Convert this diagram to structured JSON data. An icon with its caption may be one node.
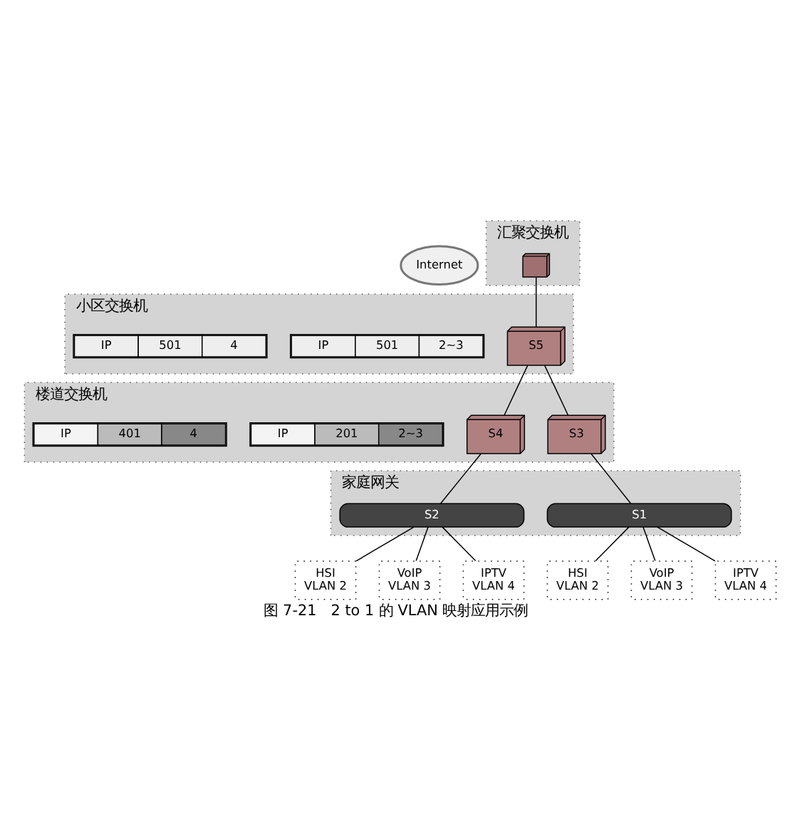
{
  "diagram": {
    "caption": "图 7-21　2 to 1 的 VLAN 映射应用示例",
    "nodes": [
      {
        "text": [
          "Internet"
        ]
      },
      {
        "text": [
          "汇聚交换机"
        ]
      },
      {
        "text": [],
        "shape": "box",
        "in": 1
      },
      {
        "text": [
          "小区交换机"
        ]
      },
      {
        "text": [
          "S5"
        ],
        "in": 3
      },
      {
        "text": [
          "IP",
          "501",
          "2~3"
        ],
        "in": 3
      },
      {
        "text": [
          "IP",
          "501",
          "4"
        ],
        "in": 3
      },
      {
        "text": [
          "楼道交换机"
        ]
      },
      {
        "text": [
          "S3"
        ],
        "in": 7
      },
      {
        "text": [
          "S4"
        ],
        "in": 7
      },
      {
        "text": [
          "IP",
          "201",
          "2~3"
        ],
        "in": 7
      },
      {
        "text": [
          "IP",
          "401",
          "4"
        ],
        "in": 7
      },
      {
        "text": [
          "家庭网关"
        ]
      },
      {
        "text": [
          "S1"
        ],
        "in": 12
      },
      {
        "text": [
          "S2"
        ],
        "in": 12
      },
      {
        "text": [
          "HSI",
          "VLAN 2"
        ]
      },
      {
        "text": [
          "VoIP",
          "VLAN 3"
        ]
      },
      {
        "text": [
          "IPTV",
          "VLAN 4"
        ]
      },
      {
        "text": [
          "HSI",
          "VLAN 2"
        ]
      },
      {
        "text": [
          "VoIP",
          "VLAN 3"
        ]
      },
      {
        "text": [
          "IPTV",
          "VLAN 4"
        ]
      }
    ],
    "edges": [
      {
        "from": 2,
        "to": 4,
        "arrow": "none"
      },
      {
        "from": 4,
        "to": 8,
        "arrow": "none"
      },
      {
        "from": 4,
        "to": 9,
        "arrow": "none"
      },
      {
        "from": 8,
        "to": 13,
        "arrow": "none"
      },
      {
        "from": 9,
        "to": 14,
        "arrow": "none"
      },
      {
        "from": 13,
        "to": 15,
        "arrow": "none"
      },
      {
        "from": 13,
        "to": 16,
        "arrow": "none"
      },
      {
        "from": 13,
        "to": 17,
        "arrow": "none"
      },
      {
        "from": 14,
        "to": 18,
        "arrow": "none"
      },
      {
        "from": 14,
        "to": 19,
        "arrow": "none"
      },
      {
        "from": 14,
        "to": 20,
        "arrow": "none"
      }
    ]
  }
}
